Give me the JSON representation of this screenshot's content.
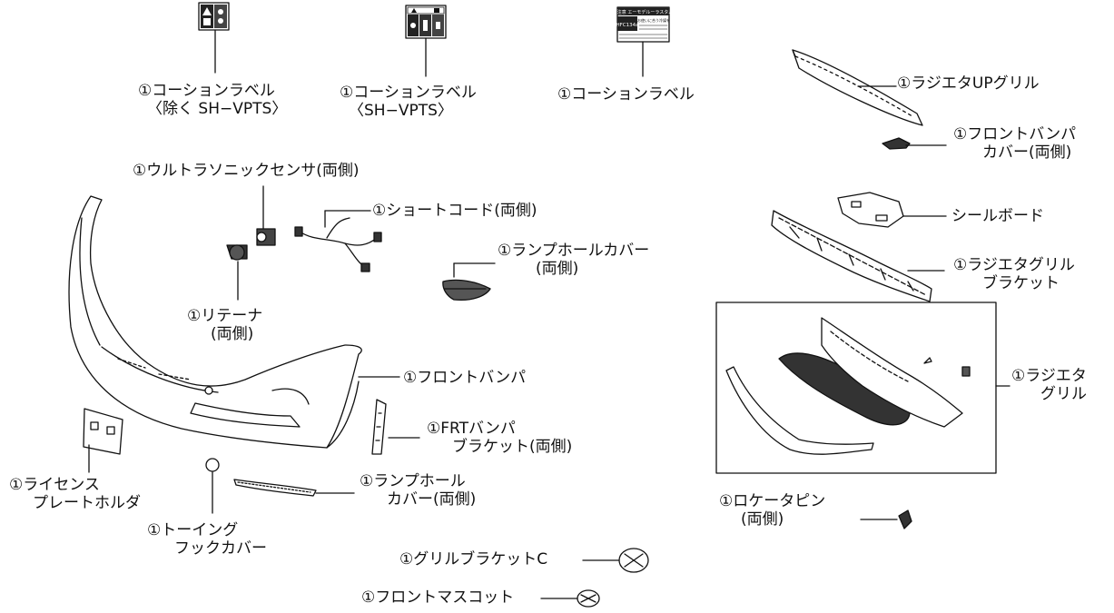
{
  "labels": {
    "caution1": [
      "①コーションラベル",
      "〈除く SH−VPTS〉"
    ],
    "caution2": [
      "①コーションラベル",
      "〈SH−VPTS〉"
    ],
    "caution3": [
      "①コーションラベル"
    ],
    "radiator_up_grille": [
      "①ラジエタUPグリル"
    ],
    "front_bumper_cover": [
      "①フロントバンパ",
      "カバー(両側)"
    ],
    "seal_board": [
      "シールボード"
    ],
    "radiator_grille_bracket": [
      "①ラジエタグリル",
      "ブラケット"
    ],
    "radiator_grille": [
      "①ラジエタ",
      "グリル"
    ],
    "ultrasonic_sensor": [
      "①ウルトラソニックセンサ(両側)"
    ],
    "short_cord": [
      "①ショートコード(両側)"
    ],
    "lamp_hole_cover_upper": [
      "①ランプホールカバー",
      "(両側)"
    ],
    "retainer": [
      "①リテーナ",
      "(両側)"
    ],
    "front_bumper": [
      "①フロントバンパ"
    ],
    "frt_bumper_bracket": [
      "①FRTバンパ",
      "ブラケット(両側)"
    ],
    "license_plate_holder": [
      "①ライセンス",
      "プレートホルダ"
    ],
    "lamp_hole_cover_lower": [
      "①ランプホール",
      "カバー(両側)"
    ],
    "towing_hook_cover": [
      "①トーイング",
      "フックカバー"
    ],
    "locator_pin": [
      "①ロケータピン",
      "(両側)"
    ],
    "grille_bracket_c": [
      "①グリルブラケットC"
    ],
    "front_mascot": [
      "①フロントマスコット"
    ]
  },
  "caution_label_texts": {
    "label3_line1": "ご注意 エーモデルーラスタム",
    "label3_line2": "HFC134a",
    "label3_line3": "お使いに合う冷媒を"
  },
  "colors": {
    "line": "#111111",
    "fill": "#ffffff",
    "shade": "#555555"
  }
}
